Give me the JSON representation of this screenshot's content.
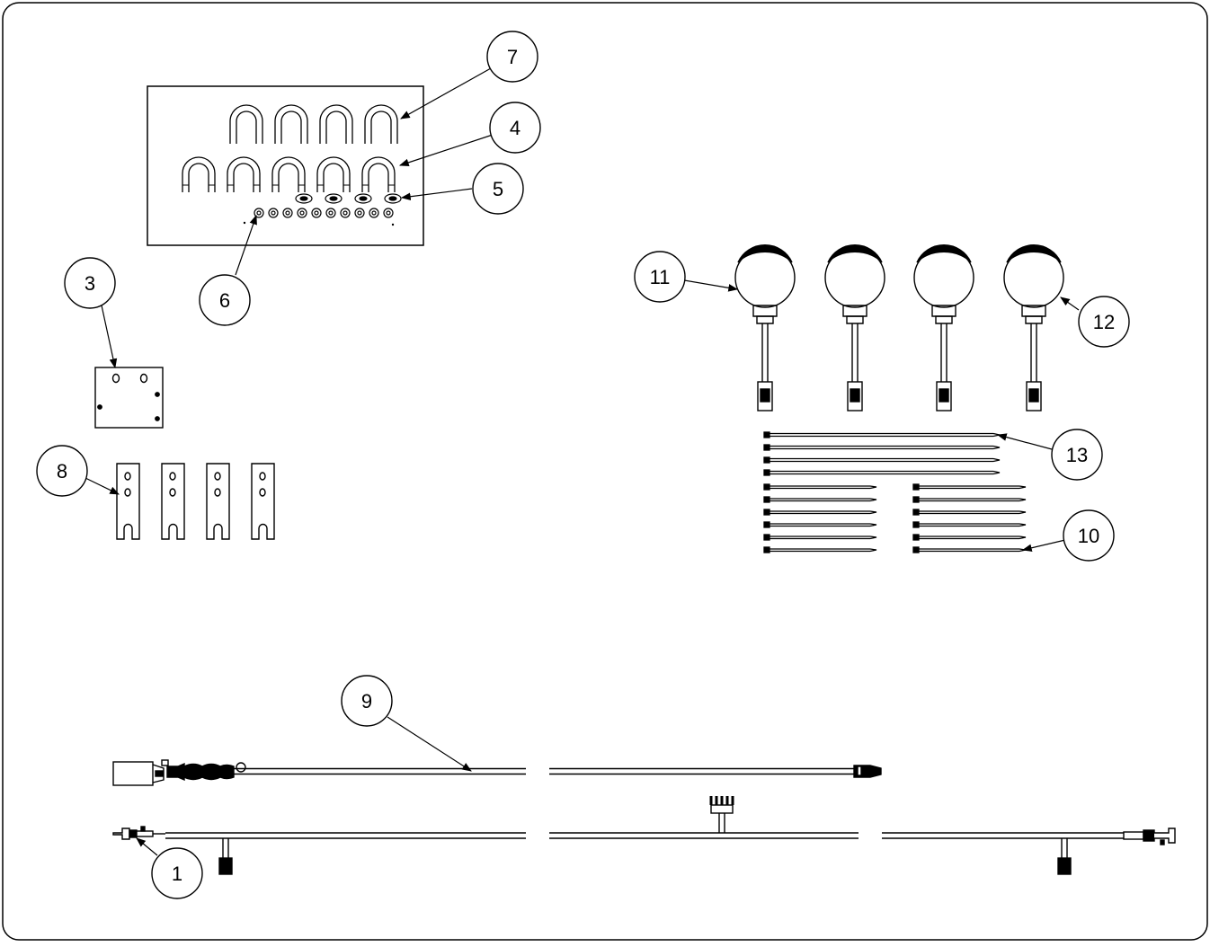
{
  "callouts": [
    {
      "id": "callout-7",
      "label": "7"
    },
    {
      "id": "callout-4",
      "label": "4"
    },
    {
      "id": "callout-5",
      "label": "5"
    },
    {
      "id": "callout-6",
      "label": "6"
    },
    {
      "id": "callout-3",
      "label": "3"
    },
    {
      "id": "callout-8",
      "label": "8"
    },
    {
      "id": "callout-11",
      "label": "11"
    },
    {
      "id": "callout-12",
      "label": "12"
    },
    {
      "id": "callout-13",
      "label": "13"
    },
    {
      "id": "callout-10",
      "label": "10"
    },
    {
      "id": "callout-9",
      "label": "9"
    },
    {
      "id": "callout-1",
      "label": "1"
    }
  ],
  "colors": {
    "line": "#000000",
    "background": "#ffffff"
  }
}
